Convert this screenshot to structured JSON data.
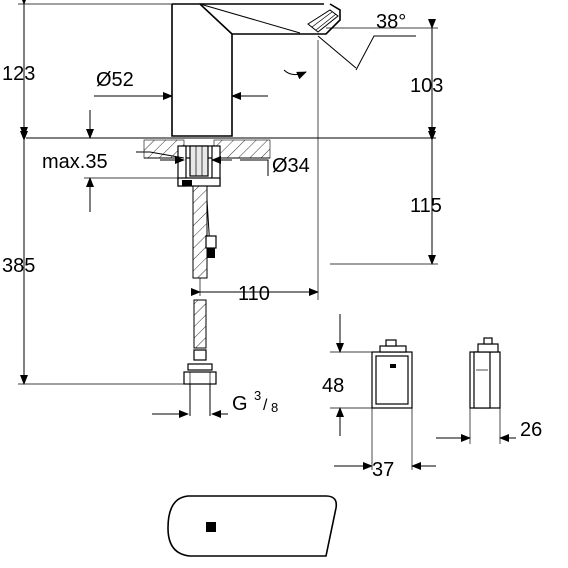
{
  "dimensions": {
    "height_spout": "123",
    "diameter_body": "Ø52",
    "angle": "38°",
    "outlet_height": "103",
    "max_thickness": "max.35",
    "hole_diameter": "Ø34",
    "below_deck": "115",
    "total_height": "385",
    "projection": "110",
    "connection_main": "G",
    "connection_num": "3",
    "connection_den": "8",
    "box_height": "48",
    "box_width": "37",
    "box_depth": "26"
  }
}
